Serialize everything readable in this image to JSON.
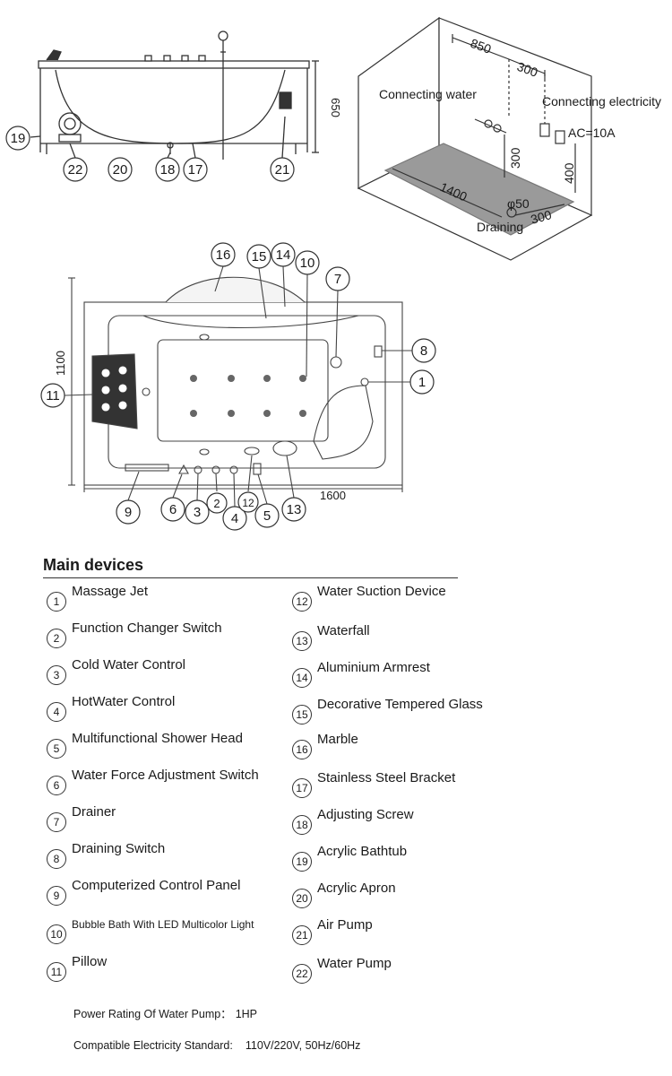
{
  "side_view": {
    "callouts": [
      "19",
      "22",
      "20",
      "18",
      "17",
      "21"
    ],
    "dim_height": "650"
  },
  "room_view": {
    "connecting_water": "Connecting water",
    "connecting_electricity": "Connecting electricity",
    "power": "AC=10A",
    "dims": {
      "d850": "850",
      "d300_top": "300",
      "d300_mid": "300",
      "d400": "400",
      "d1400": "1400",
      "phi50": "φ50",
      "d300_drain": "300"
    },
    "draining": "Draining"
  },
  "plan_view": {
    "dim_width": "1100",
    "dim_length": "1600",
    "callouts": {
      "c16": "16",
      "c15": "15",
      "c14": "14",
      "c10": "10",
      "c7": "7",
      "c8": "8",
      "c1": "1",
      "c11": "11",
      "c9": "9",
      "c6": "6",
      "c3": "3",
      "c2": "2",
      "c4": "4",
      "c12": "12",
      "c5": "5",
      "c13": "13"
    }
  },
  "devices": {
    "title": "Main devices",
    "items": [
      {
        "num": "1",
        "label": "Massage Jet"
      },
      {
        "num": "2",
        "label": "Function Changer Switch"
      },
      {
        "num": "3",
        "label": "Cold Water Control"
      },
      {
        "num": "4",
        "label": "HotWater Control"
      },
      {
        "num": "5",
        "label": "Multifunctional Shower Head"
      },
      {
        "num": "6",
        "label": "Water Force Adjustment Switch"
      },
      {
        "num": "7",
        "label": "Drainer"
      },
      {
        "num": "8",
        "label": "Draining Switch"
      },
      {
        "num": "9",
        "label": "Computerized Control Panel"
      },
      {
        "num": "10",
        "label": "Bubble Bath With LED Multicolor Light"
      },
      {
        "num": "11",
        "label": "Pillow"
      },
      {
        "num": "12",
        "label": "Water Suction Device"
      },
      {
        "num": "13",
        "label": "Waterfall"
      },
      {
        "num": "14",
        "label": "Aluminium  Armrest"
      },
      {
        "num": "15",
        "label": "Decorative Tempered Glass"
      },
      {
        "num": "16",
        "label": "Marble"
      },
      {
        "num": "17",
        "label": "Stainless Steel Bracket"
      },
      {
        "num": "18",
        "label": "Adjusting Screw"
      },
      {
        "num": "19",
        "label": "Acrylic Bathtub"
      },
      {
        "num": "20",
        "label": "Acrylic Apron"
      },
      {
        "num": "21",
        "label": "Air Pump"
      },
      {
        "num": "22",
        "label": "Water Pump"
      }
    ]
  },
  "specs": {
    "pump_label": "Power Rating Of Water Pump：",
    "pump_value": "1HP",
    "electric_label": "Compatible Electricity Standard:",
    "electric_value": "110V/220V, 50Hz/60Hz"
  }
}
